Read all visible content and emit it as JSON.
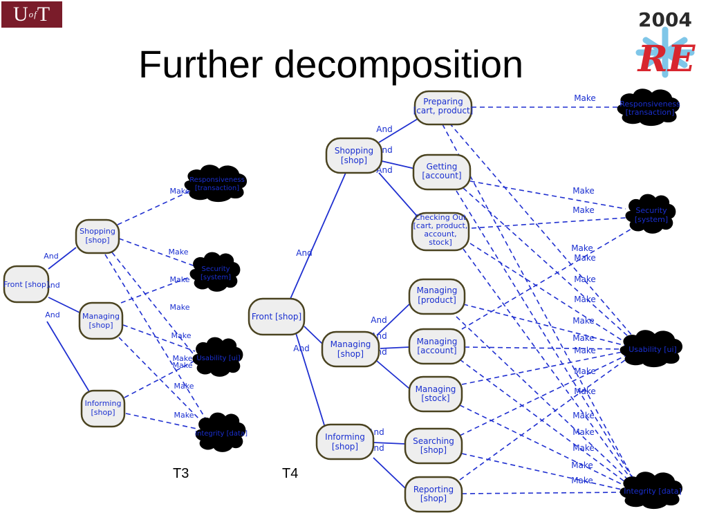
{
  "title": "Further decomposition",
  "logo_uoft": {
    "text_main": "U",
    "text_small": "of",
    "text_end": "T"
  },
  "logo_re": {
    "year": "2004",
    "mark": "RE"
  },
  "labels": {
    "and": "And",
    "make": "Make"
  },
  "captions": {
    "left": "T3",
    "right": "T4"
  },
  "t3": {
    "front": "Front [shop]",
    "shopping": [
      "Shopping",
      "[shop]"
    ],
    "managing": [
      "Managing",
      "[shop]"
    ],
    "informing": [
      "Informing",
      "[shop]"
    ],
    "responsiveness": [
      "Responsiveness",
      "[transaction]"
    ],
    "security": [
      "Security",
      "[system]"
    ],
    "usability": [
      "Usability [ui]"
    ],
    "integrity": [
      "Integrity [data]"
    ]
  },
  "t4": {
    "front": "Front [shop]",
    "shopping": [
      "Shopping",
      "[shop]"
    ],
    "managing": [
      "Managing",
      "[shop]"
    ],
    "informing": [
      "Informing",
      "[shop]"
    ],
    "preparing": [
      "Preparing",
      "[cart, product]"
    ],
    "getting": [
      "Getting",
      "[account]"
    ],
    "checkout": [
      "Checking Out",
      "[cart, product,",
      "account,",
      "stock]"
    ],
    "mproduct": [
      "Managing",
      "[product]"
    ],
    "maccount": [
      "Managing",
      "[account]"
    ],
    "mstock": [
      "Managing",
      "[stock]"
    ],
    "searching": [
      "Searching",
      "[shop]"
    ],
    "reporting": [
      "Reporting",
      "[shop]"
    ],
    "responsiveness": [
      "Responsiveness",
      "[transaction]"
    ],
    "security": [
      "Security",
      "[system]"
    ],
    "usability": [
      "Usability [ui]"
    ],
    "integrity": [
      "Integrity [data]"
    ]
  },
  "colors": {
    "edge": "#1f2fd0",
    "node_fill": "#eeeeee",
    "node_border": "#4a4320",
    "uoft": "#7a1c2a"
  }
}
